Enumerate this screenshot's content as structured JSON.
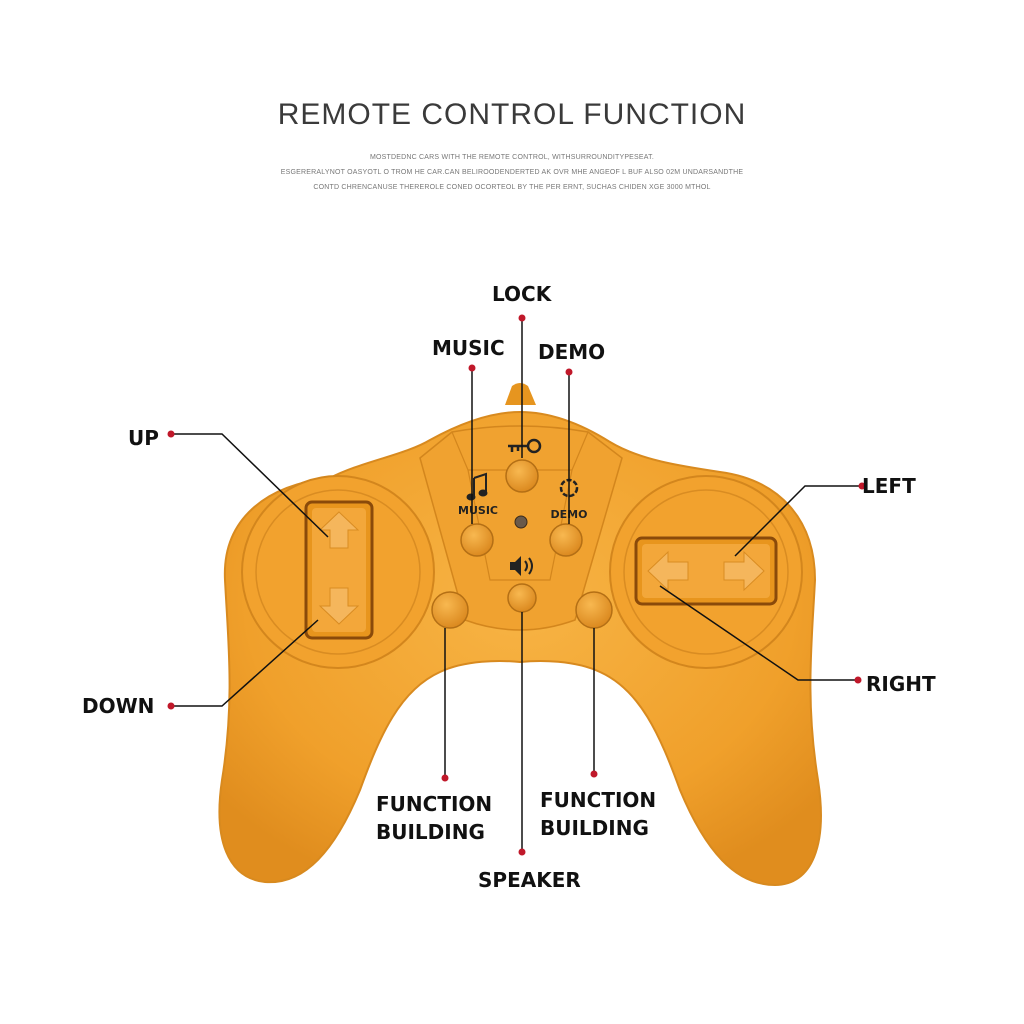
{
  "header": {
    "title": "REMOTE CONTROL FUNCTION",
    "subtitle_lines": [
      "MOSTDEDNC CARS WITH THE REMOTE CONTROL, WITHSURROUNDITYPESEAT.",
      "ESGERERALYNOT OASYOTL O TROM HE CAR.CAN BELIROODENDERTED AK OVR MHE ANGEOF L BUF ALSO 02M UNDARSANDTHE",
      "CONTD CHRENCANUSE THEREROLE CONED OCORTEOL BY THE PER ERNT, SUCHAS CHIDEN XGE 3000 MTHOL"
    ]
  },
  "labels": {
    "lock": "LOCK",
    "music": "MUSIC",
    "demo": "DEMO",
    "up": "UP",
    "left": "LEFT",
    "right": "RIGHT",
    "down": "DOWN",
    "function_left": [
      "FUNCTION",
      "BUILDING"
    ],
    "function_right": [
      "FUNCTION",
      "BUILDING"
    ],
    "speaker": "SPEAKER"
  },
  "controller": {
    "music_text": "MUSIC",
    "demo_text": "DEMO"
  },
  "colors": {
    "body": "#f2a22e",
    "body_shadow": "#d9861c",
    "dot": "#c0182a",
    "line": "#111111"
  },
  "icons": [
    "key-icon",
    "music-note-icon",
    "demo-ring-icon",
    "speaker-icon",
    "arrow-up-icon",
    "arrow-down-icon",
    "arrow-left-icon",
    "arrow-right-icon"
  ]
}
